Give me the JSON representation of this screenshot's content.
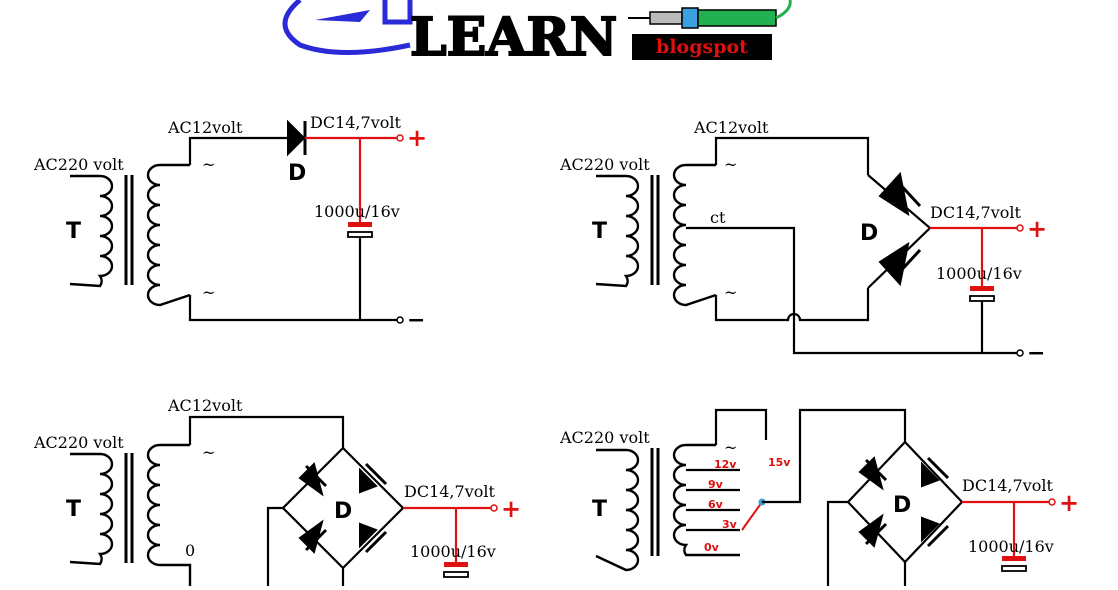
{
  "logo": {
    "word": "LEARN",
    "badge": "blogspot"
  },
  "circuits": {
    "c1": {
      "ac_primary": "AC220 volt",
      "ac_secondary": "AC12volt",
      "dc_out": "DC14,7volt",
      "cap": "1000u/16v",
      "transformer": "T",
      "diode": "D",
      "plus": "+",
      "minus": "−",
      "tilde": "~"
    },
    "c2": {
      "ac_primary": "AC220 volt",
      "ac_secondary": "AC12volt",
      "center_tap": "ct",
      "dc_out": "DC14,7volt",
      "cap": "1000u/16v",
      "transformer": "T",
      "diode": "D",
      "plus": "+",
      "minus": "−",
      "tilde": "~"
    },
    "c3": {
      "ac_primary": "AC220 volt",
      "ac_secondary": "AC12volt",
      "zero": "0",
      "dc_out": "DC14,7volt",
      "cap": "1000u/16v",
      "transformer": "T",
      "diode": "D",
      "plus": "+",
      "tilde": "~"
    },
    "c4": {
      "ac_primary": "AC220 volt",
      "taps": [
        "12v",
        "9v",
        "6v",
        "3v",
        "0v"
      ],
      "tap_15": "15v",
      "dc_out": "DC14,7volt",
      "cap": "1000u/16v",
      "transformer": "T",
      "diode": "D",
      "plus": "+",
      "tilde": "~"
    }
  },
  "colors": {
    "wire": "#000000",
    "positive": "#e01010",
    "logo_blue": "#2a2ad8",
    "badge_bg": "#000000",
    "badge_text": "#e01010"
  }
}
